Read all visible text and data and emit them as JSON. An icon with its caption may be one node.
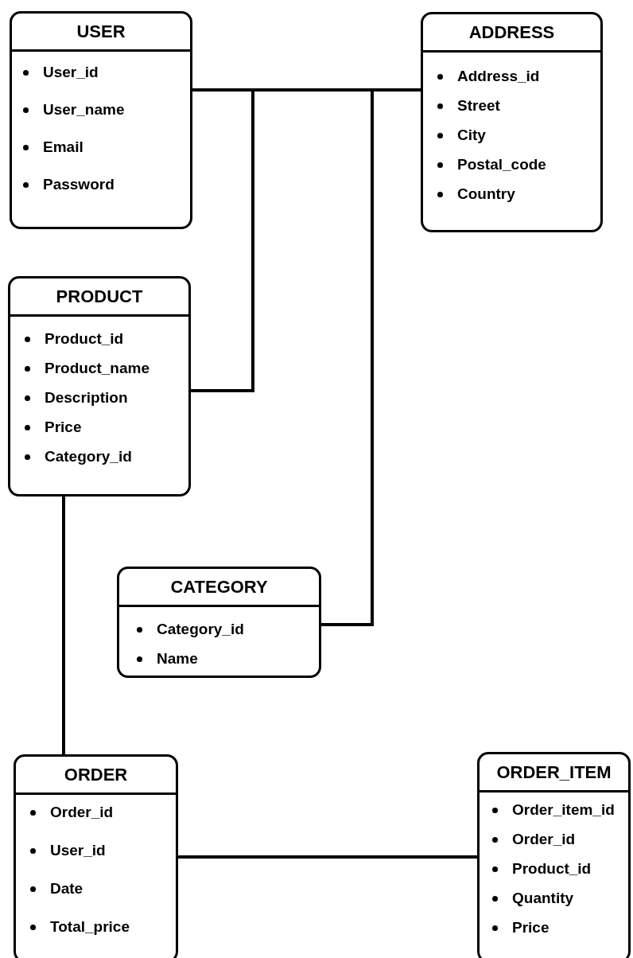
{
  "diagram": {
    "nodes": [
      {
        "text": [
          "USER",
          "User_id",
          "User_name",
          "Email",
          "Password"
        ]
      },
      {
        "text": [
          "ADDRESS",
          "Address_id",
          "Street",
          "City",
          "Postal_code",
          "Country"
        ]
      },
      {
        "text": [
          "PRODUCT",
          "Product_id",
          "Product_name",
          "Description",
          "Price",
          "Category_id"
        ]
      },
      {
        "text": [
          "CATEGORY",
          "Category_id",
          "Name"
        ]
      },
      {
        "text": [
          "ORDER",
          "Order_id",
          "User_id",
          "Date",
          "Total_price"
        ]
      },
      {
        "text": [
          "ORDER_ITEM",
          "Order_item_id",
          "Order_id",
          "Product_id",
          "Quantity",
          "Price"
        ]
      }
    ],
    "edges": [
      {
        "from": 0,
        "to": 1,
        "arrow": "none"
      },
      {
        "from": 0,
        "to": 2,
        "arrow": "none"
      },
      {
        "from": 1,
        "to": 3,
        "arrow": "none"
      },
      {
        "from": 2,
        "to": 4,
        "arrow": "none"
      },
      {
        "from": 4,
        "to": 5,
        "arrow": "none"
      }
    ]
  }
}
